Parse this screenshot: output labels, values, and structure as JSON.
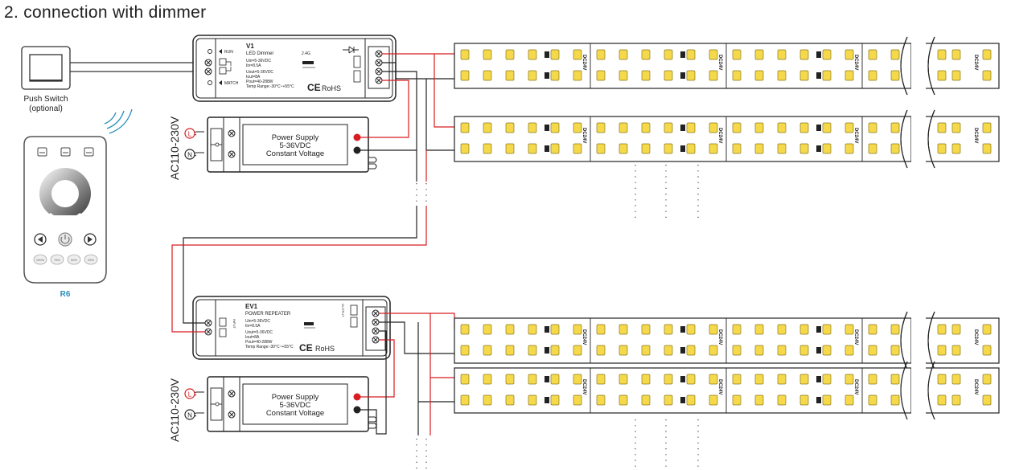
{
  "title": "2. connection with dimmer",
  "push_switch": {
    "line1": "Push Switch",
    "line2": "(optional)"
  },
  "remote": {
    "model": "R6",
    "brightness_buttons": [
      "100%",
      "75%",
      "50%",
      "25%"
    ]
  },
  "mains_label": "AC110-230V",
  "terminal_labels": {
    "live": "L",
    "neutral": "N"
  },
  "power_supply": {
    "line1": "Power Supply",
    "line2": "5-36VDC",
    "line3": "Constant Voltage"
  },
  "dimmer": {
    "model": "V1",
    "name": "LED Dimmer",
    "run": "RUN",
    "match": "MATCH",
    "freq": "2.4G",
    "specs": [
      "Uin=5-36VDC",
      "Iin=8.5A",
      "Uout=5-36VDC",
      "Iout=8A",
      "Pout=40-288W",
      "Temp Range:-30°C~+55°C"
    ],
    "ce": "CE",
    "rohs": "RoHS"
  },
  "repeater": {
    "model": "EV1",
    "name": "POWER REPEATER",
    "specs": [
      "Uin=5-36VDC",
      "Iin=8.5A",
      "Uout=5-36VDC",
      "Iout=8A",
      "Pout=40-288W",
      "Temp Range:-30°C~+55°C"
    ],
    "output": "OUTPUT",
    "input": "INPUT",
    "ce": "CE",
    "rohs": "RoHS"
  },
  "strip_label": "DC24V",
  "colors": {
    "red_wire": "#d81c20",
    "black_wire": "#222222",
    "led": "#f5d94a",
    "remote_accent": "#2a8fbd"
  }
}
